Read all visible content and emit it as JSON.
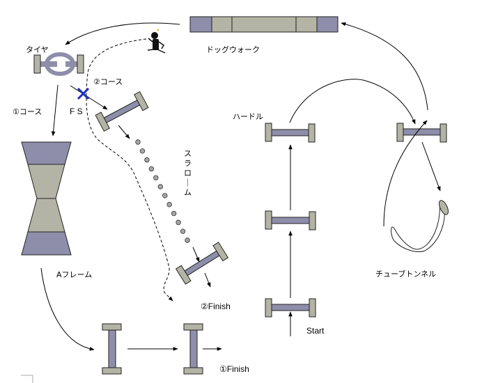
{
  "diagram": {
    "type": "dog-agility-course-map",
    "colors": {
      "bar_blue": "#8e8eab",
      "post_gray": "#b4b4a6",
      "outline": "#333333",
      "fs_marker": "#1f2fb8",
      "slalom_pole": "#a6a6a6",
      "background": "#ffffff"
    },
    "obstacles": {
      "dogwalk": {
        "label": "ドッグウォーク"
      },
      "tire": {
        "label": "タイヤ"
      },
      "aframe": {
        "label": "Aフレーム"
      },
      "hurdle": {
        "label": "ハードル"
      },
      "slalom": {
        "label": "スラローム",
        "pole_count": 12
      },
      "tube_tunnel": {
        "label": "チューブトンネル"
      }
    },
    "courses": {
      "course1": {
        "label": "①コース",
        "finish_label": "①Finish"
      },
      "course2": {
        "label": "②コース",
        "finish_label": "②Finish"
      }
    },
    "markers": {
      "start": {
        "label": "Start"
      },
      "fs": {
        "label": "F S"
      }
    }
  }
}
